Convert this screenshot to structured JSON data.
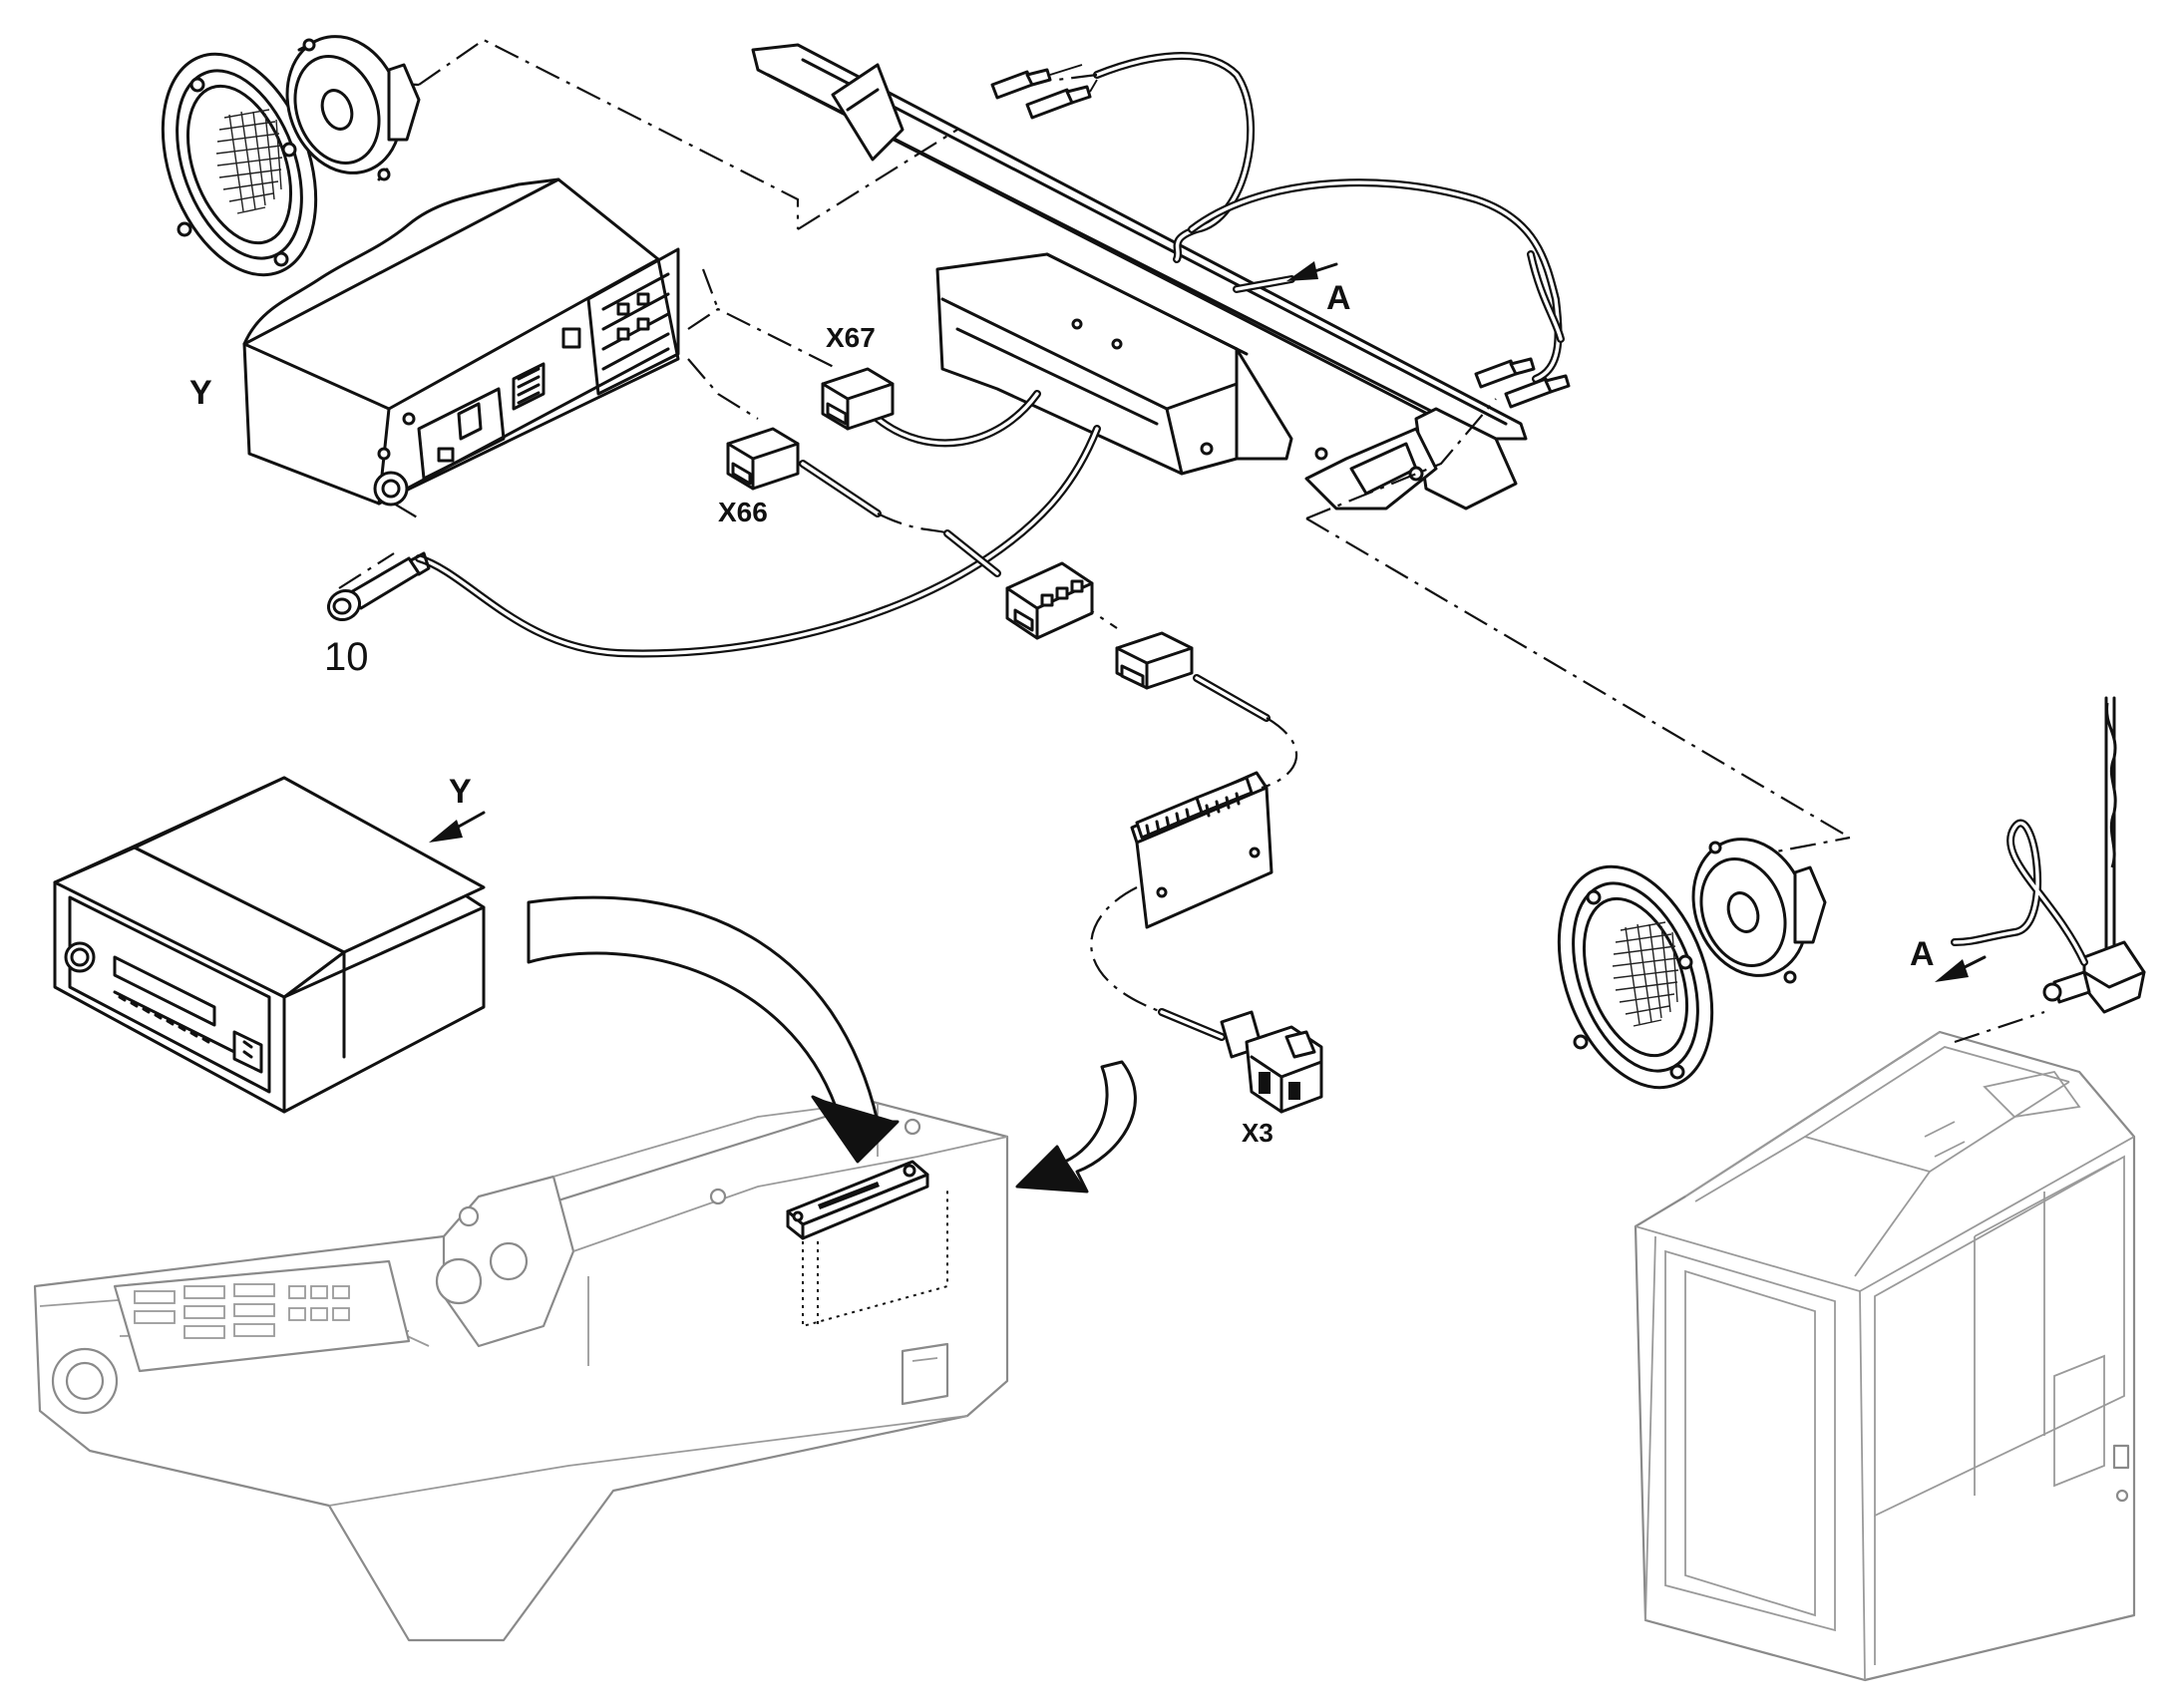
{
  "labels": {
    "radio_rear": "Y",
    "radio_front": "Y",
    "connector_x67": "X67",
    "connector_x66": "X66",
    "connector_x3": "X3",
    "antenna_plug": "10",
    "antenna_ref_top": "A",
    "antenna_ref_right": "A"
  }
}
